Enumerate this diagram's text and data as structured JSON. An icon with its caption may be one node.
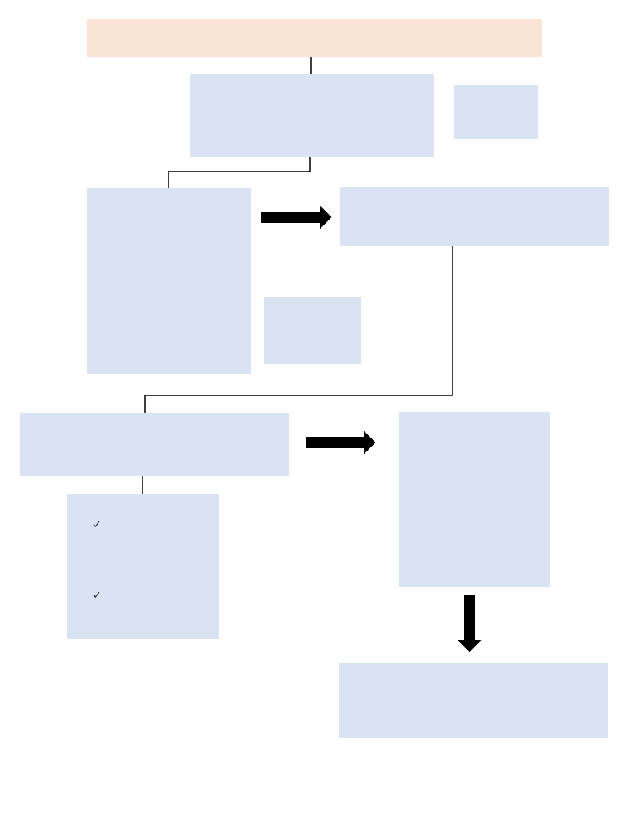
{
  "diagram": {
    "nodes": [
      {
        "text": [],
        "shape": "box"
      },
      {
        "text": [],
        "shape": "box"
      },
      {
        "text": [],
        "shape": "box"
      },
      {
        "text": [],
        "shape": "box"
      },
      {
        "text": [],
        "shape": "box"
      },
      {
        "text": [],
        "shape": "box"
      },
      {
        "text": [],
        "shape": "box"
      },
      {
        "text": [],
        "shape": "box"
      },
      {
        "text": [],
        "shape": "box"
      },
      {
        "text": [],
        "shape": "box"
      }
    ],
    "edges": [
      {
        "from": 0,
        "to": 1,
        "arrow": "none"
      },
      {
        "from": 1,
        "to": 3,
        "arrow": "none"
      },
      {
        "from": 3,
        "to": 4,
        "arrow": "to",
        "style": "thick"
      },
      {
        "from": 4,
        "to": 6,
        "arrow": "none"
      },
      {
        "from": 6,
        "to": 8,
        "arrow": "none"
      },
      {
        "from": 6,
        "to": 7,
        "arrow": "to",
        "style": "thick"
      },
      {
        "from": 7,
        "to": 9,
        "arrow": "to",
        "style": "thick"
      }
    ]
  }
}
